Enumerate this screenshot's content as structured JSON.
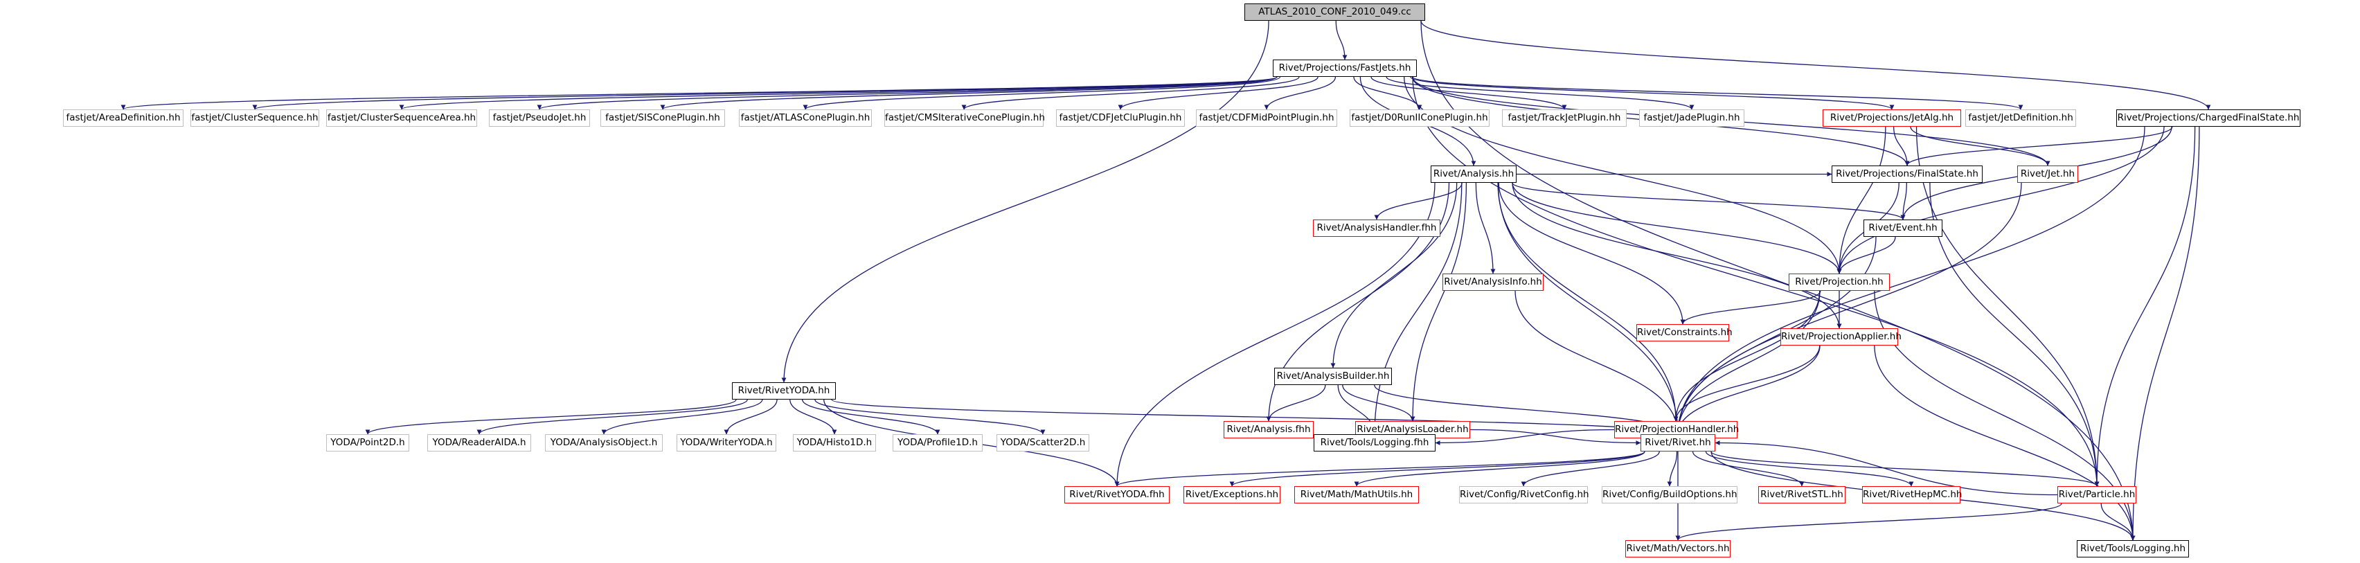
{
  "graph": {
    "edge_color": "#191970",
    "node_border_colors": {
      "documented": "#000000",
      "incomplete": "#ff0000",
      "external": "#bfbfbf"
    },
    "root_fill": "#bfbfbf",
    "nodes": {
      "root": "ATLAS_2010_CONF_2010_049.cc",
      "fastjets": "Rivet/Projections/FastJets.hh",
      "areadef": "fastjet/AreaDefinition.hh",
      "clusterseq": "fastjet/ClusterSequence.hh",
      "clusterseqarea": "fastjet/ClusterSequenceArea.hh",
      "pseudojet": "fastjet/PseudoJet.hh",
      "siscone": "fastjet/SISConePlugin.hh",
      "atlascone": "fastjet/ATLASConePlugin.hh",
      "cmsitercone": "fastjet/CMSIterativeConePlugin.hh",
      "cdfjetclu": "fastjet/CDFJetCluPlugin.hh",
      "cdfmidpoint": "fastjet/CDFMidPointPlugin.hh",
      "d0run2": "fastjet/D0RunIIConePlugin.hh",
      "trackjet": "fastjet/TrackJetPlugin.hh",
      "jade": "fastjet/JadePlugin.hh",
      "jetalg": "Rivet/Projections/JetAlg.hh",
      "jetdef": "fastjet/JetDefinition.hh",
      "chargedfs": "Rivet/Projections/ChargedFinalState.hh",
      "analysis": "Rivet/Analysis.hh",
      "finalstate": "Rivet/Projections/FinalState.hh",
      "jet": "Rivet/Jet.hh",
      "analysishandler": "Rivet/AnalysisHandler.fhh",
      "event": "Rivet/Event.hh",
      "analysisinfo": "Rivet/AnalysisInfo.hh",
      "projection": "Rivet/Projection.hh",
      "constraints": "Rivet/Constraints.hh",
      "projapplier": "Rivet/ProjectionApplier.hh",
      "analysisbuilder": "Rivet/AnalysisBuilder.hh",
      "rivetyoda": "Rivet/RivetYODA.hh",
      "analysisfhh": "Rivet/Analysis.fhh",
      "analysisloader": "Rivet/AnalysisLoader.hh",
      "projhandler": "Rivet/ProjectionHandler.hh",
      "point2d": "YODA/Point2D.h",
      "readeraida": "YODA/ReaderAIDA.h",
      "analysisobject": "YODA/AnalysisObject.h",
      "writeryoda": "YODA/WriterYODA.h",
      "histo1d": "YODA/Histo1D.h",
      "profile1d": "YODA/Profile1D.h",
      "scatter2d": "YODA/Scatter2D.h",
      "loggingfhh": "Rivet/Tools/Logging.fhh",
      "rivethh": "Rivet/Rivet.hh",
      "rivetyodafhh": "Rivet/RivetYODA.fhh",
      "exceptions": "Rivet/Exceptions.hh",
      "mathutils": "Rivet/Math/MathUtils.hh",
      "rivetconfig": "Rivet/Config/RivetConfig.hh",
      "buildoptions": "Rivet/Config/BuildOptions.hh",
      "rivetstl": "Rivet/RivetSTL.hh",
      "rivethepmc": "Rivet/RivetHepMC.hh",
      "particle": "Rivet/Particle.hh",
      "vectors": "Rivet/Math/Vectors.hh",
      "logginghh": "Rivet/Tools/Logging.hh"
    }
  }
}
